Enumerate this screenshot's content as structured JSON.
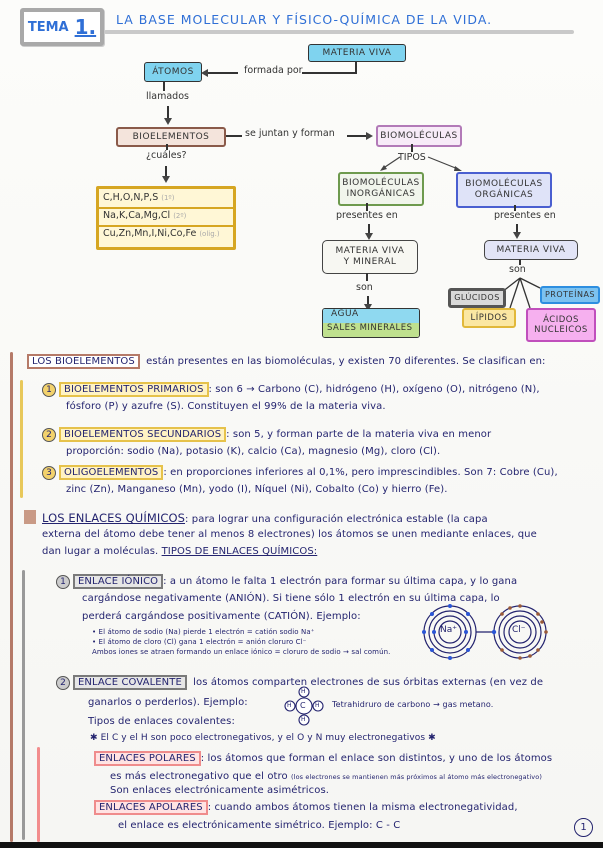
{
  "header": {
    "tema_label": "TEMA",
    "tema_number": "1.",
    "title": "LA BASE MOLECULAR Y FÍSICO-QUÍMICA DE LA VIDA."
  },
  "concept_map": {
    "materia_viva": "MATERIA VIVA",
    "formada_por": "formada por",
    "atomos": "ÁTOMOS",
    "llamados": "llamados",
    "bioelementos": "BIOELEMENTOS",
    "se_juntan": "se juntan y forman",
    "biomoleculas": "BIOMOLÉCULAS",
    "cuales": "¿cuáles?",
    "elements_rows": [
      {
        "text": "C,H,O,N,P,S",
        "tag": "(1º)"
      },
      {
        "text": "Na,K,Ca,Mg,Cl",
        "tag": "(2º)"
      },
      {
        "text": "Cu,Zn,Mn,I,Ni,Co,Fe",
        "tag": "(olig.)"
      }
    ],
    "tipos": "TIPOS",
    "inorganicas_line1": "BIOMOLÉCULAS",
    "inorganicas_line2": "INORGÁNICAS",
    "organicas_line1": "BIOMOLÉCULAS",
    "organicas_line2": "ORGÁNICAS",
    "presentes_en_left": "presentes en",
    "presentes_en_right": "presentes en",
    "materia_viva_mineral_line1": "MATERIA VIVA",
    "materia_viva_mineral_line2": "Y MINERAL",
    "materia_viva_right": "MATERIA VIVA",
    "son_left": "son",
    "son_right": "son",
    "agua": "AGUA",
    "sales_minerales": "SALES MINERALES",
    "glucidos": "GLÚCIDOS",
    "proteinas": "PROTEÍNAS",
    "lipidos": "LÍPIDOS",
    "acidos_line1": "ÁCIDOS",
    "acidos_line2": "NUCLEICOS"
  },
  "bioelementos_section": {
    "heading": "LOS BIOELEMENTOS",
    "intro": "están presentes en las biomoléculas, y existen 70 diferentes. Se clasifican en:",
    "items": [
      {
        "number": "1",
        "label": "BIOELEMENTOS PRIMARIOS",
        "line1": ": son 6 → Carbono (C), hidrógeno (H), oxígeno (O), nitrógeno (N),",
        "line2": "fósforo (P) y azufre (S).   Constituyen el 99% de la materia viva."
      },
      {
        "number": "2",
        "label": "BIOELEMENTOS SECUNDARIOS",
        "line1": ": son 5, y forman parte de la materia viva en menor",
        "line2": "proporción: sodio (Na), potasio (K), calcio (Ca), magnesio (Mg), cloro (Cl)."
      },
      {
        "number": "3",
        "label": "OLIGOELEMENTOS",
        "line1": ": en proporciones inferiores al 0,1%, pero imprescindibles. Son 7: Cobre (Cu),",
        "line2": "zinc (Zn), Manganeso (Mn), yodo (I), Níquel (Ni), Cobalto (Co) y hierro (Fe)."
      }
    ]
  },
  "enlaces_section": {
    "heading": "LOS ENLACES QUÍMICOS",
    "line1": ": para lograr una configuración electrónica estable (la capa",
    "line2": "externa del átomo debe tener al menos 8 electrones) los átomos se unen mediante enlaces, que",
    "line3_prefix": "dan lugar a moléculas.",
    "line3_tipos": "TIPOS DE ENLACES QUÍMICOS:",
    "ionico": {
      "number": "1",
      "label": "ENLACE IÓNICO",
      "line1": ": a un átomo le falta 1 electrón para formar su última capa, y lo gana",
      "line2": "cargándose negativamente (ANIÓN). Si tiene sólo 1 electrón en su última capa, lo",
      "line3": "perderá cargándose positivamente (CATIÓN). Ejemplo:",
      "bullet1": "• El átomo de sodio (Na) pierde 1 electrón = catión sodio Na⁺",
      "bullet2": "• El átomo de cloro (Cl) gana 1 electrón = anión cloruro Cl⁻",
      "bullet3": "Ambos iones se atraen formando un enlace iónico = cloruro de sodio → sal común.",
      "diagram_na": "Na⁺",
      "diagram_cl": "Cl⁻"
    },
    "covalente": {
      "number": "2",
      "label": "ENLACE COVALENTE",
      "line1": "los átomos comparten electrones de sus órbitas externas (en vez de",
      "line2_prefix": "ganarlos o perderlos). Ejemplo:",
      "line2_suffix": "Tetrahidruro de carbono → gas metano.",
      "methane_center": "C",
      "methane_h": "H",
      "tipos": "Tipos de enlaces covalentes:",
      "note": "✱ El C y el H son poco electronegativos, y el O y N muy electronegativos ✱",
      "polares_label": "ENLACES POLARES",
      "polares_line1": ": los átomos que forman el enlace son distintos, y uno de los átomos",
      "polares_line2": "es más electronegativo que el otro",
      "polares_small": "(los electrones se mantienen más próximos al átomo más electronegativo)",
      "polares_line3": "Son enlaces electrónicamente asimétricos.",
      "apolares_label": "ENLACES APOLARES",
      "apolares_line1": ": cuando ambos átomos tienen la misma electronegatividad,",
      "apolares_line2": "el enlace es electrónicamente simétrico. Ejemplo: C - C"
    }
  },
  "page_number": "1",
  "colors": {
    "title_blue": "#2f6fd6",
    "ink": "#24246f",
    "bioelementos_brown": "#b57a68",
    "primarios_yellow": "#e6c24b",
    "atomos_cyan": "#5cc0ea",
    "biomoleculas_purple": "#c89ad0",
    "inorganicas_green": "#6e9a4e",
    "organicas_blue": "#5a6fd6",
    "proteinas_blue": "#2d8ee0",
    "acidos_magenta": "#d46ad0",
    "lipidos_yellow": "#f1d46a",
    "glucidos_gray": "#555555",
    "polares_pink": "#ef8c8c"
  }
}
